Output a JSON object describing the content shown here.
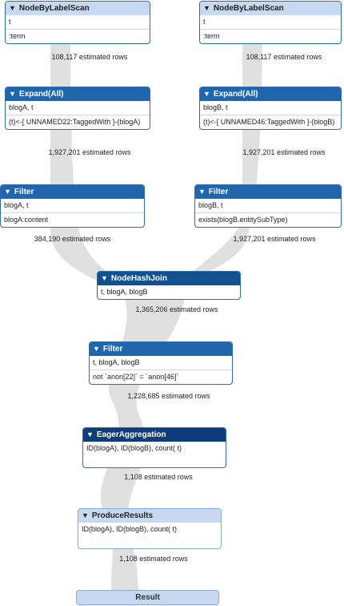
{
  "colors": {
    "header": "#1f66ad",
    "header_dark": "#0d3d7a",
    "header_light": "#c6d9f1",
    "flow": "#e0e0e0"
  },
  "ops": {
    "scan_a": {
      "title": "NodeByLabelScan",
      "rows": [
        "t",
        ":term"
      ],
      "est": "108,117 estimated rows"
    },
    "scan_b": {
      "title": "NodeByLabelScan",
      "rows": [
        "t",
        ":term"
      ],
      "est": "108,117 estimated rows"
    },
    "expand_a": {
      "title": "Expand(All)",
      "rows": [
        "blogA, t",
        "(t)<-[ UNNAMED22:TaggedWith ]-(blogA)"
      ],
      "est": "1,927,201 estimated rows"
    },
    "expand_b": {
      "title": "Expand(All)",
      "rows": [
        "blogB, t",
        "(t)<-[ UNNAMED46:TaggedWith ]-(blogB)"
      ],
      "est": "1,927,201 estimated rows"
    },
    "filter_a": {
      "title": "Filter",
      "rows": [
        "blogA, t",
        "blogA:content"
      ],
      "est": "384,190 estimated rows"
    },
    "filter_b": {
      "title": "Filter",
      "rows": [
        "blogB, t",
        "exists(blogB.entitySubType)"
      ],
      "est": "1,927,201 estimated rows"
    },
    "join": {
      "title": "NodeHashJoin",
      "rows": [
        "t, blogA, blogB"
      ],
      "est": "1,365,206 estimated rows"
    },
    "filter_c": {
      "title": "Filter",
      "rows": [
        "t, blogA, blogB",
        "not `anon[22]` = `anon[46]`"
      ],
      "est": "1,228,685 estimated rows"
    },
    "agg": {
      "title": "EagerAggregation",
      "rows": [
        "ID(blogA), ID(blogB), count( t)"
      ],
      "est": "1,108 estimated rows"
    },
    "produce": {
      "title": "ProduceResults",
      "rows": [
        "ID(blogA), ID(blogB), count( t)"
      ],
      "est": "1,108 estimated rows"
    }
  },
  "result": {
    "label": "Result"
  }
}
